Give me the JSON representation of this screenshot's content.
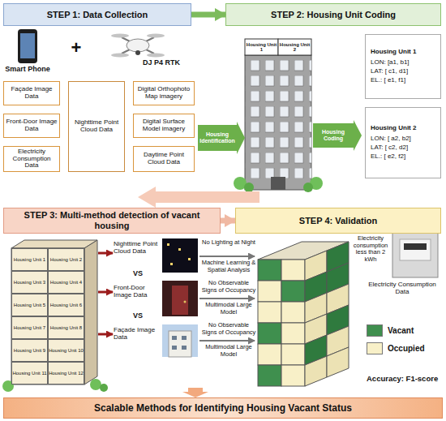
{
  "diagram": {
    "nodes": [
      {
        "text": [
          "STEP 1: Data Collection"
        ]
      },
      {
        "text": [
          "STEP 2: Housing Unit Coding"
        ]
      },
      {
        "text": [
          "Façade Image Data"
        ]
      },
      {
        "text": [
          "Front-Door Image Data"
        ]
      },
      {
        "text": [
          "Electricity Consumption Data"
        ]
      },
      {
        "text": [
          "Nighttime Point Cloud Data"
        ]
      },
      {
        "text": [
          "Digital Orthophoto Map imagery"
        ]
      },
      {
        "text": [
          "Digital Surface Model imagery"
        ]
      },
      {
        "text": [
          "Daytime Point Cloud Data"
        ]
      },
      {
        "text": [
          "Housing Identification"
        ]
      },
      {
        "text": [
          "Housing Unit 1",
          "Housing Unit 2"
        ]
      },
      {
        "text": [
          "Housing Coding"
        ]
      },
      {
        "text": [
          "Housing Unit 1",
          "LON: [a1, b1]",
          "LAT: [ c1, d1]",
          "EL.: [ e1, f1]"
        ]
      },
      {
        "text": [
          "Housing Unit 2",
          "LON: [ a2, b2]",
          "LAT: [ c2, d2]",
          "EL.: [ e2, f2]"
        ]
      },
      {
        "text": [
          "STEP 3: Multi-method detection of vacant housing"
        ]
      },
      {
        "text": [
          "STEP 4: Validation"
        ]
      },
      {
        "text": [
          "Housing Unit 1"
        ]
      },
      {
        "text": [
          "Housing Unit 2"
        ]
      },
      {
        "text": [
          "Housing Unit 3"
        ]
      },
      {
        "text": [
          "Housing Unit 4"
        ]
      },
      {
        "text": [
          "Housing Unit 5"
        ]
      },
      {
        "text": [
          "Housing Unit 6"
        ]
      },
      {
        "text": [
          "Housing Unit 7"
        ]
      },
      {
        "text": [
          "Housing Unit 8"
        ]
      },
      {
        "text": [
          "Housing Unit 9"
        ]
      },
      {
        "text": [
          "Housing Unit 10"
        ]
      },
      {
        "text": [
          "Housing Unit 11"
        ]
      },
      {
        "text": [
          "Housing Unit 12"
        ]
      },
      {
        "text": [
          "Scalable Methods for Identifying Housing Vacant Status"
        ]
      }
    ],
    "edges": [
      {
        "from": 0,
        "to": 1,
        "arrow": "to"
      },
      {
        "from": 14,
        "to": 15,
        "arrow": "to"
      }
    ],
    "labels": [
      "Smart Phone",
      "+",
      "DJ P4 RTK",
      "Nighttime Point Cloud Data",
      "VS",
      "Front-Door Image Data",
      "VS",
      "Façade Image Data",
      "No Lighting at Night",
      "Machine Learning & Spatial Analysis",
      "No Observable Signs of Occupancy",
      "Multimodal Large Model",
      "No Observable Signs of Occupancy",
      "Multimodal Large Model",
      "Electricity Consumption Data",
      "Electricity consumption less than 2 kWh",
      "Accuracy: F1-score"
    ],
    "legend": [
      {
        "text": "Vacant",
        "color": "#3f8f4e"
      },
      {
        "text": "Occupied",
        "color": "#f8f0c8"
      }
    ]
  }
}
